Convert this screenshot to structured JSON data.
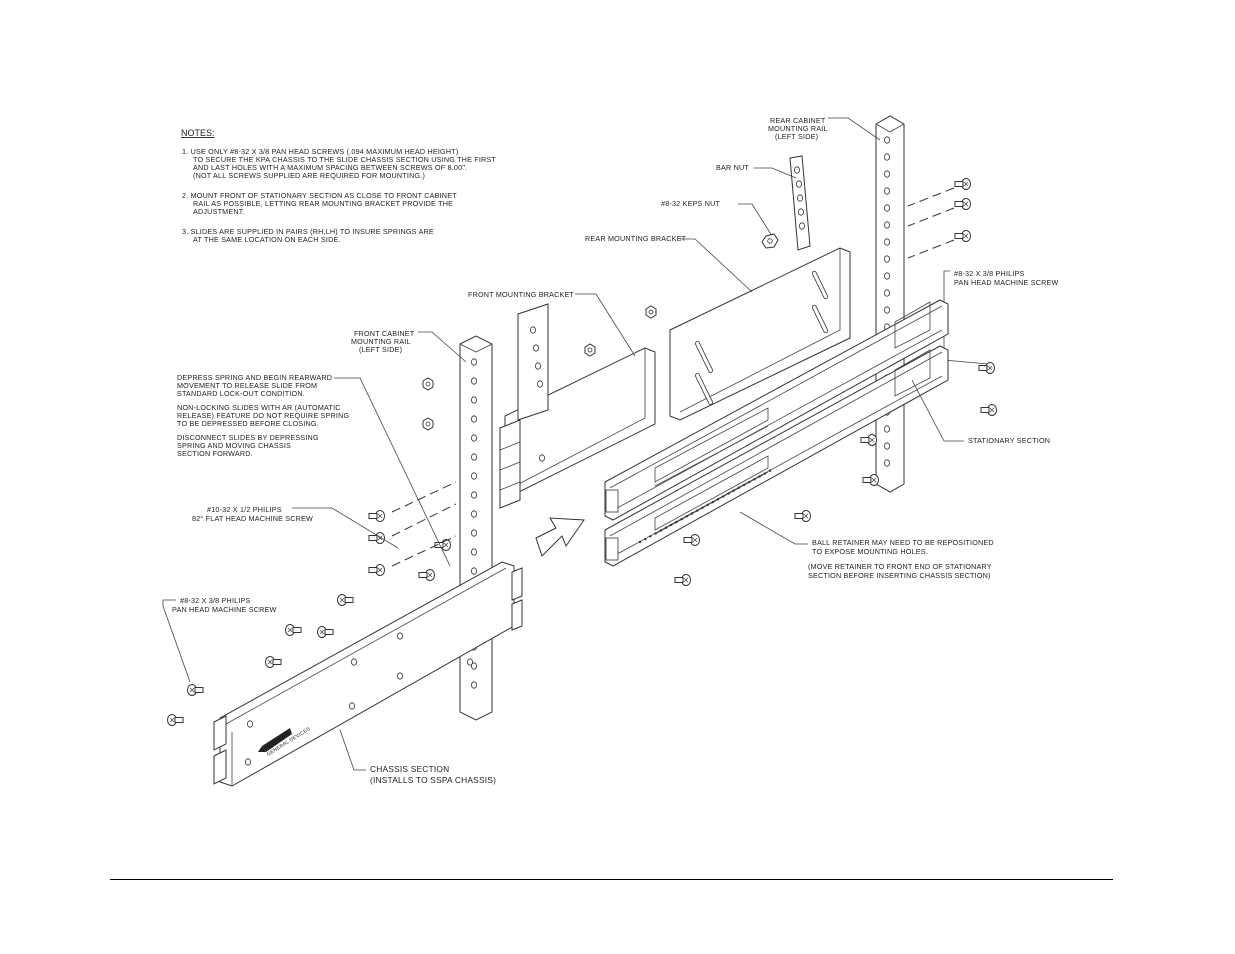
{
  "notes": {
    "title": "NOTES:",
    "lines": [
      "1.  USE ONLY #8-32 X 3/8 PAN HEAD SCREWS (.094 MAXIMUM HEAD HEIGHT)",
      "TO SECURE THE KPA CHASSIS TO THE SLIDE CHASSIS SECTION USING THE FIRST",
      "AND LAST HOLES WITH A MAXIMUM SPACING BETWEEN SCREWS OF 8.00\".",
      "(NOT ALL SCREWS SUPPLIED ARE REQUIRED FOR MOUNTING.)",
      "2.  MOUNT FRONT OF STATIONARY SECTION AS CLOSE TO FRONT CABINET",
      "RAIL AS POSSIBLE, LETTING REAR MOUNTING BRACKET PROVIDE THE",
      "ADJUSTMENT.",
      "3.  SLIDES ARE SUPPLIED IN PAIRS (RH,LH) TO INSURE SPRINGS ARE",
      "AT THE SAME LOCATION ON EACH SIDE."
    ]
  },
  "labels": {
    "rear_cabinet_rail": [
      "REAR CABINET",
      "MOUNTING RAIL",
      "(LEFT SIDE)"
    ],
    "bar_nut": "BAR NUT",
    "keps_nut": "#8-32 KEPS NUT",
    "rear_mounting_bracket": "REAR MOUNTING BRACKET",
    "rear_screw": [
      "#8-32 X 3/8 PHILIPS",
      "PAN HEAD MACHINE SCREW"
    ],
    "front_mounting_bracket": "FRONT MOUNTING BRACKET",
    "front_cabinet_rail": [
      "FRONT CABINET",
      "MOUNTING RAIL",
      "(LEFT SIDE)"
    ],
    "depress_spring": [
      "DEPRESS SPRING AND BEGIN REARWARD",
      "MOVEMENT TO RELEASE SLIDE FROM",
      "STANDARD LOCK-OUT CONDITION.",
      "NON-LOCKING SLIDES WITH AR (AUTOMATIC",
      "RELEASE) FEATURE DO NOT REQUIRE SPRING",
      "TO BE DEPRESSED BEFORE CLOSING.",
      "DISCONNECT SLIDES BY DEPRESSING",
      "SPRING AND MOVING CHASSIS",
      "SECTION FORWARD."
    ],
    "stationary_section": "STATIONARY SECTION",
    "flat_head_screw": [
      "#10-32 X 1/2 PHILIPS",
      "82° FLAT HEAD MACHINE SCREW"
    ],
    "ball_retainer": [
      "BALL RETAINER MAY NEED TO BE REPOSITIONED",
      "TO EXPOSE MOUNTING HOLES.",
      "(MOVE RETAINER TO FRONT END OF STATIONARY",
      "SECTION BEFORE INSERTING CHASSIS SECTION)"
    ],
    "chassis_screw": [
      "#8-32 X 3/8 PHILIPS",
      "PAN HEAD MACHINE SCREW"
    ],
    "chassis_section": [
      "CHASSIS SECTION",
      "(INSTALLS TO SSPA CHASSIS)"
    ],
    "logo": "GENERAL DEVICES"
  }
}
